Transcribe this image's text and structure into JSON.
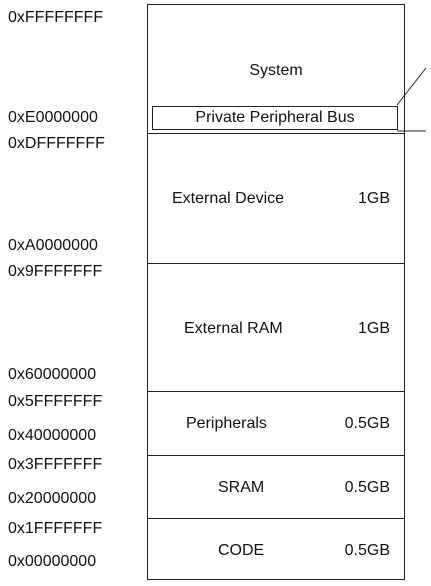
{
  "addresses": {
    "a0": "0xFFFFFFFF",
    "a1": "0xE0000000",
    "a2": "0xDFFFFFFF",
    "a3": "0xA0000000",
    "a4": "0x9FFFFFFF",
    "a5": "0x60000000",
    "a6": "0x5FFFFFFF",
    "a7": "0x40000000",
    "a8": "0x3FFFFFFF",
    "a9": "0x20000000",
    "a10": "0x1FFFFFFF",
    "a11": "0x00000000"
  },
  "regions": {
    "system": {
      "name": "System"
    },
    "ppb": {
      "name": "Private Peripheral Bus"
    },
    "external_device": {
      "name": "External Device",
      "size": "1GB"
    },
    "external_ram": {
      "name": "External RAM",
      "size": "1GB"
    },
    "peripherals": {
      "name": "Peripherals",
      "size": "0.5GB"
    },
    "sram": {
      "name": "SRAM",
      "size": "0.5GB"
    },
    "code": {
      "name": "CODE",
      "size": "0.5GB"
    }
  }
}
